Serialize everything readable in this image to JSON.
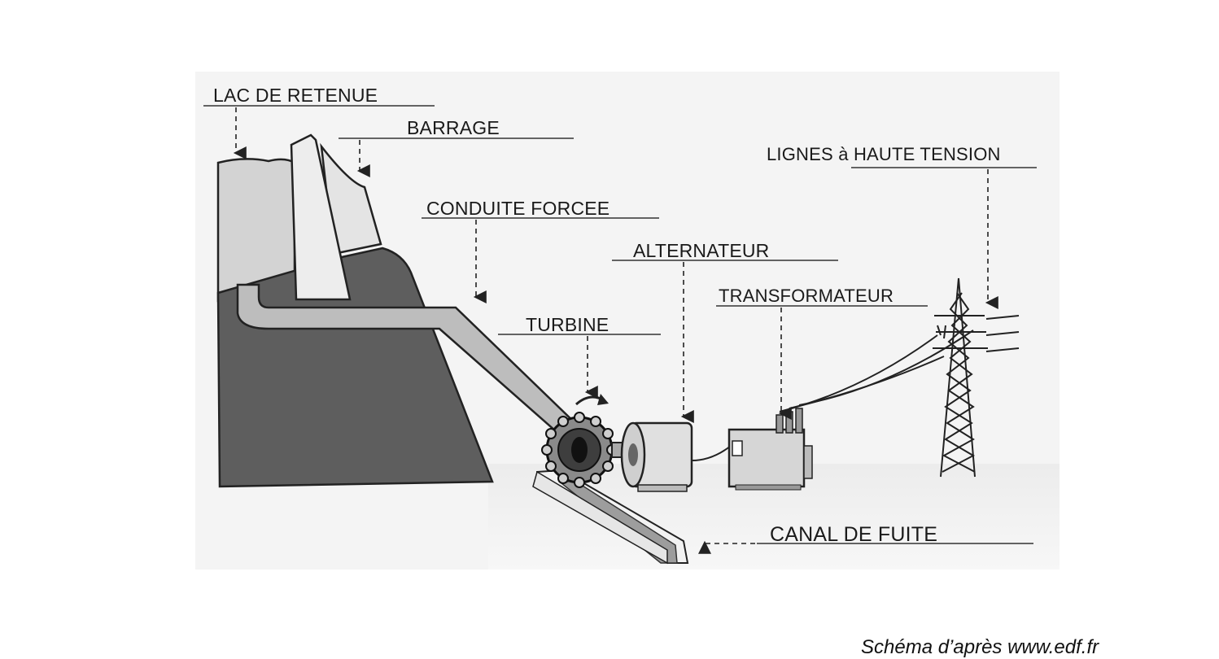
{
  "labels": {
    "lac": "LAC DE RETENUE",
    "barrage": "BARRAGE",
    "conduite": "CONDUITE FORCEE",
    "alternateur": "ALTERNATEUR",
    "transformateur": "TRANSFORMATEUR",
    "lignes": "LIGNES à HAUTE TENSION",
    "turbine": "TURBINE",
    "canal": "CANAL DE FUITE"
  },
  "credit": "Schéma d’après www.edf.fr"
}
